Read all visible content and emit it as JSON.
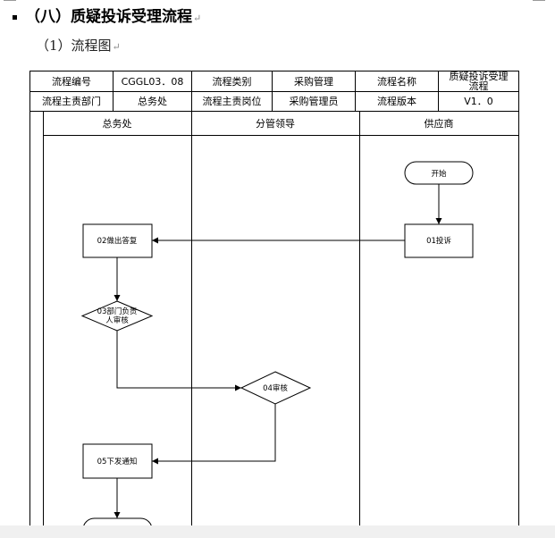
{
  "heading": {
    "text": "（八）质疑投诉受理流程",
    "mark": "↵"
  },
  "subheading": {
    "text": "（1）流程图",
    "mark": "↵"
  },
  "info_table": {
    "row1": {
      "process_no_label": "流程编号",
      "process_no_value": "CGGL03．08",
      "category_label": "流程类别",
      "category_value": "采购管理",
      "name_label": "流程名称",
      "name_value_line1": "质疑投诉受理",
      "name_value_line2": "流程"
    },
    "row2": {
      "owner_dept_label": "流程主责部门",
      "owner_dept_value": "总务处",
      "owner_post_label": "流程主责岗位",
      "owner_post_value": "采购管理员",
      "version_label": "流程版本",
      "version_value": "V1．0"
    }
  },
  "lanes": {
    "lane1": "总务处",
    "lane2": "分管领导",
    "lane3": "供应商"
  },
  "nodes": {
    "start": "开始",
    "complaint": "01投诉",
    "reply": "02做出答复",
    "dept_review_line1": "03部门负责",
    "dept_review_line2": "人审核",
    "review": "04审核",
    "notice": "05下发通知"
  }
}
